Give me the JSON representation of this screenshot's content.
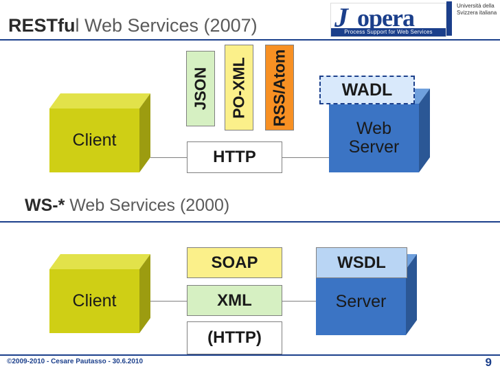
{
  "slide": {
    "page_number": "9",
    "copyright": "©2009-2010 - Cesare Pautasso - 30.6.2010",
    "accent_color": "#1b3f8b"
  },
  "logo": {
    "letter": "J",
    "word": "opera",
    "tagline": "Process Support for Web Services",
    "university": "Università della Svizzera italiana"
  },
  "section_rest": {
    "title_keyword": "RESTfu",
    "title_rest": "l Web Services (2007)",
    "client_label": "Client",
    "server_label": "Web\nServer",
    "formats": [
      {
        "label": "JSON",
        "color": "#d6f0c2"
      },
      {
        "label": "PO-XML",
        "color": "#fbf08a"
      },
      {
        "label": "RSS/Atom",
        "color": "#f79023"
      }
    ],
    "protocol_label": "HTTP",
    "description_label": "WADL"
  },
  "section_ws": {
    "title_keyword": "WS-*",
    "title_rest": " Web Services (2000)",
    "client_label": "Client",
    "server_label": "Server",
    "stack": [
      {
        "label": "SOAP",
        "color": "#fbf08a"
      },
      {
        "label": "XML",
        "color": "#d6f0c2"
      },
      {
        "label": "(HTTP)",
        "color": "#ffffff"
      }
    ],
    "description_label": "WSDL"
  }
}
